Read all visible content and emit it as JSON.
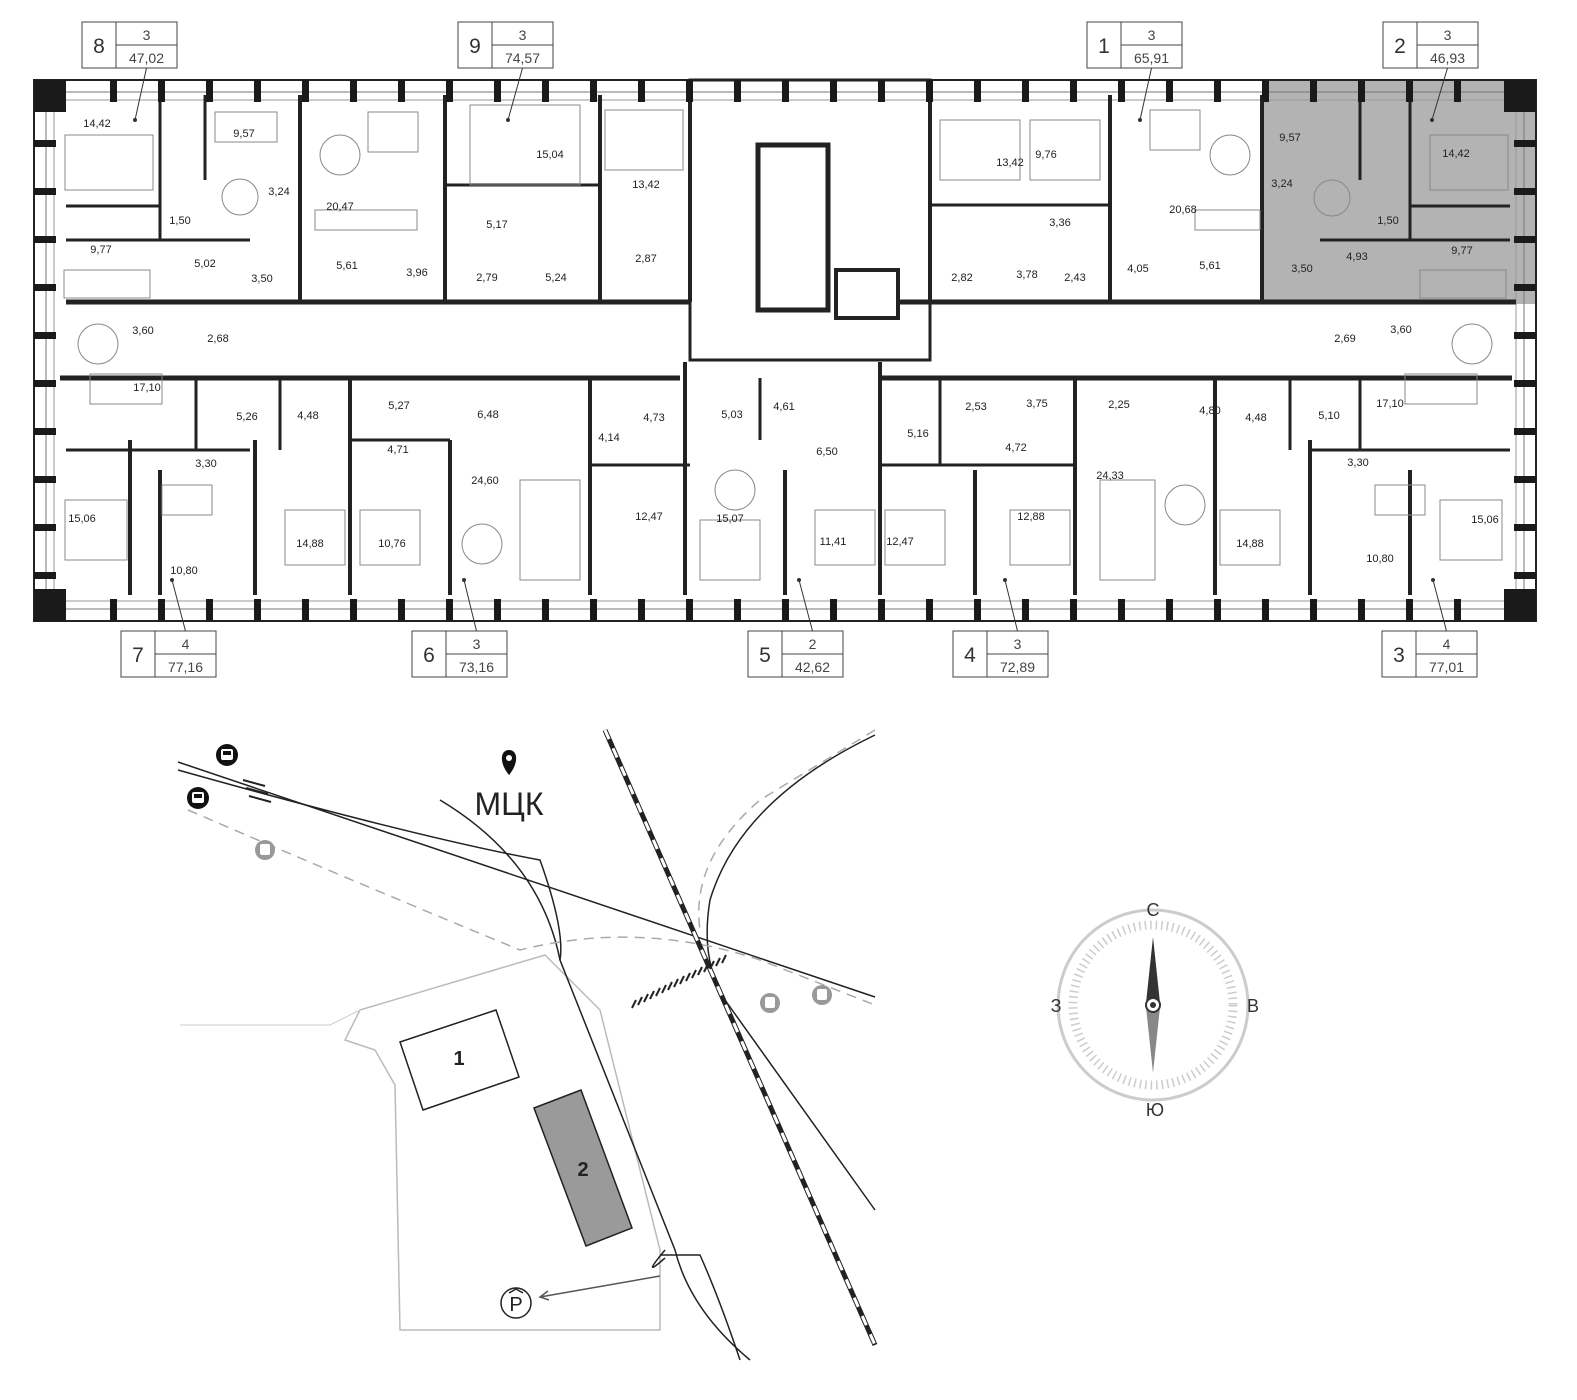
{
  "highlight_color": "#9a9a9a",
  "apartments": [
    {
      "id": "8",
      "rooms": "3",
      "area": "47,02",
      "highlighted": false
    },
    {
      "id": "9",
      "rooms": "3",
      "area": "74,57",
      "highlighted": false
    },
    {
      "id": "1",
      "rooms": "3",
      "area": "65,91",
      "highlighted": false
    },
    {
      "id": "2",
      "rooms": "3",
      "area": "46,93",
      "highlighted": true
    },
    {
      "id": "7",
      "rooms": "4",
      "area": "77,16",
      "highlighted": false
    },
    {
      "id": "6",
      "rooms": "3",
      "area": "73,16",
      "highlighted": false
    },
    {
      "id": "5",
      "rooms": "2",
      "area": "42,62",
      "highlighted": false
    },
    {
      "id": "4",
      "rooms": "3",
      "area": "72,89",
      "highlighted": false
    },
    {
      "id": "3",
      "rooms": "4",
      "area": "77,01",
      "highlighted": false
    }
  ],
  "room_areas": [
    "14,42",
    "9,57",
    "3,24",
    "1,50",
    "9,77",
    "5,02",
    "3,50",
    "20,47",
    "5,61",
    "3,96",
    "15,04",
    "13,42",
    "5,17",
    "2,79",
    "5,24",
    "2,87",
    "13,42",
    "9,76",
    "20,68",
    "3,36",
    "2,82",
    "3,78",
    "2,43",
    "4,05",
    "5,61",
    "9,57",
    "14,42",
    "3,24",
    "1,50",
    "9,77",
    "4,93",
    "3,50",
    "3,60",
    "2,68",
    "17,10",
    "5,26",
    "4,48",
    "5,27",
    "6,48",
    "4,73",
    "5,03",
    "4,61",
    "2,53",
    "3,75",
    "2,25",
    "4,80",
    "4,48",
    "5,10",
    "2,69",
    "3,60",
    "17,10",
    "4,71",
    "4,14",
    "6,50",
    "5,16",
    "4,72",
    "24,60",
    "24,33",
    "3,30",
    "3,30",
    "15,06",
    "10,80",
    "14,88",
    "10,76",
    "12,47",
    "15,07",
    "11,41",
    "12,47",
    "12,88",
    "14,88",
    "10,80",
    "15,06"
  ],
  "site": {
    "station_label": "МЦК",
    "buildings": [
      {
        "id": "1",
        "highlighted": false
      },
      {
        "id": "2",
        "highlighted": true
      }
    ],
    "parking_icon": "parking-icon",
    "transport_icons": [
      "bus-icon",
      "bus-icon",
      "tram-icon",
      "tram-icon",
      "bus-icon"
    ]
  },
  "compass": {
    "north": "С",
    "south": "Ю",
    "west": "З",
    "east": "В"
  }
}
